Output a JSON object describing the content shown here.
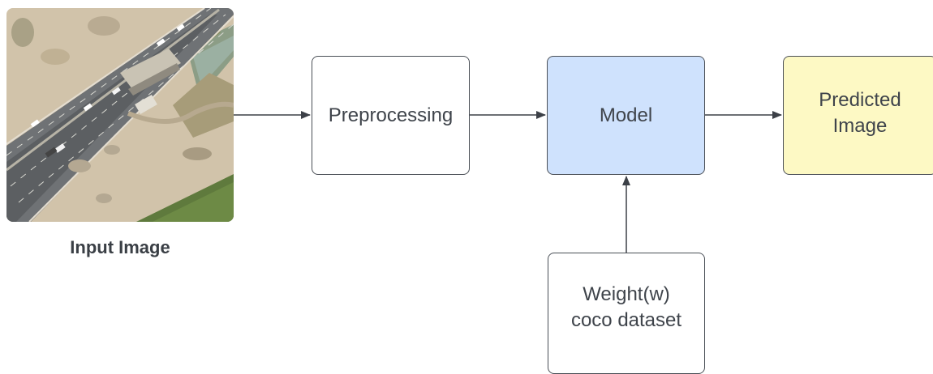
{
  "input": {
    "caption": "Input Image"
  },
  "nodes": {
    "preprocessing": "Preprocessing",
    "model": "Model",
    "predicted_line1": "Predicted",
    "predicted_line2": "Image",
    "weight_line1": "Weight(w)",
    "weight_line2": "coco dataset"
  },
  "colors": {
    "model_fill": "#cfe2fd",
    "predicted_fill": "#fdf9c4",
    "stroke": "#4a4f56",
    "text": "#3f444b"
  }
}
